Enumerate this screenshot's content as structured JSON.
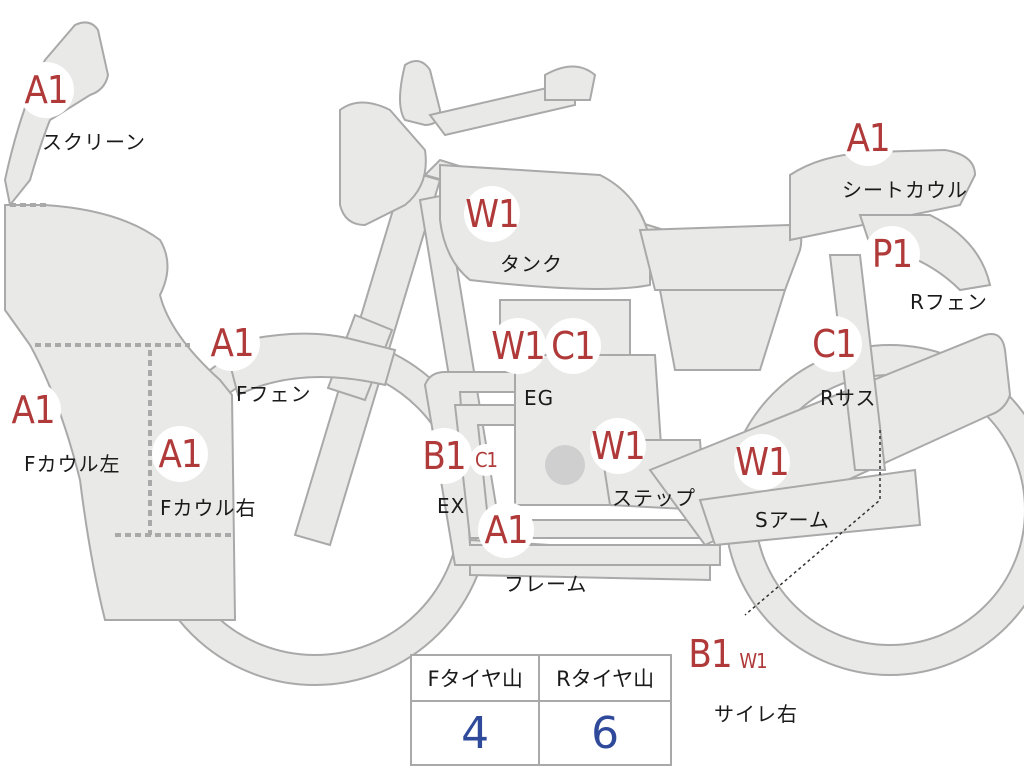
{
  "parts": {
    "screen": {
      "label": "スクリーン",
      "grades": [
        "A1"
      ]
    },
    "cowl_left": {
      "label": "Fカウル左",
      "grades": [
        "A1"
      ]
    },
    "cowl_right": {
      "label": "Fカウル右",
      "grades": [
        "A1"
      ]
    },
    "f_fender": {
      "label": "Fフェン",
      "grades": [
        "A1"
      ]
    },
    "tank": {
      "label": "タンク",
      "grades": [
        "W1"
      ]
    },
    "eg": {
      "label": "EG",
      "grades": [
        "W1",
        "C1"
      ]
    },
    "ex": {
      "label": "EX",
      "grades": [
        "B1",
        "C1"
      ]
    },
    "step": {
      "label": "ステップ",
      "grades": [
        "W1"
      ]
    },
    "frame": {
      "label": "フレーム",
      "grades": [
        "A1"
      ]
    },
    "seat_cowl": {
      "label": "シートカウル",
      "grades": [
        "A1"
      ]
    },
    "r_fender": {
      "label": "Rフェン",
      "grades": [
        "P1"
      ]
    },
    "r_sus": {
      "label": "Rサス",
      "grades": [
        "C1"
      ]
    },
    "s_arm": {
      "label": "Sアーム",
      "grades": [
        "W1"
      ]
    },
    "muffler_right": {
      "label": "サイレ右",
      "grades": [
        "B1",
        "W1"
      ]
    }
  },
  "tire_table": {
    "headers": [
      "Fタイヤ山",
      "Rタイヤ山"
    ],
    "values": [
      "4",
      "6"
    ]
  },
  "colors": {
    "badge_text": "#b03a3a",
    "tire_value": "#2f4a9a",
    "part_fill": "#e9e9e7",
    "part_stroke": "#a9a9a9"
  }
}
